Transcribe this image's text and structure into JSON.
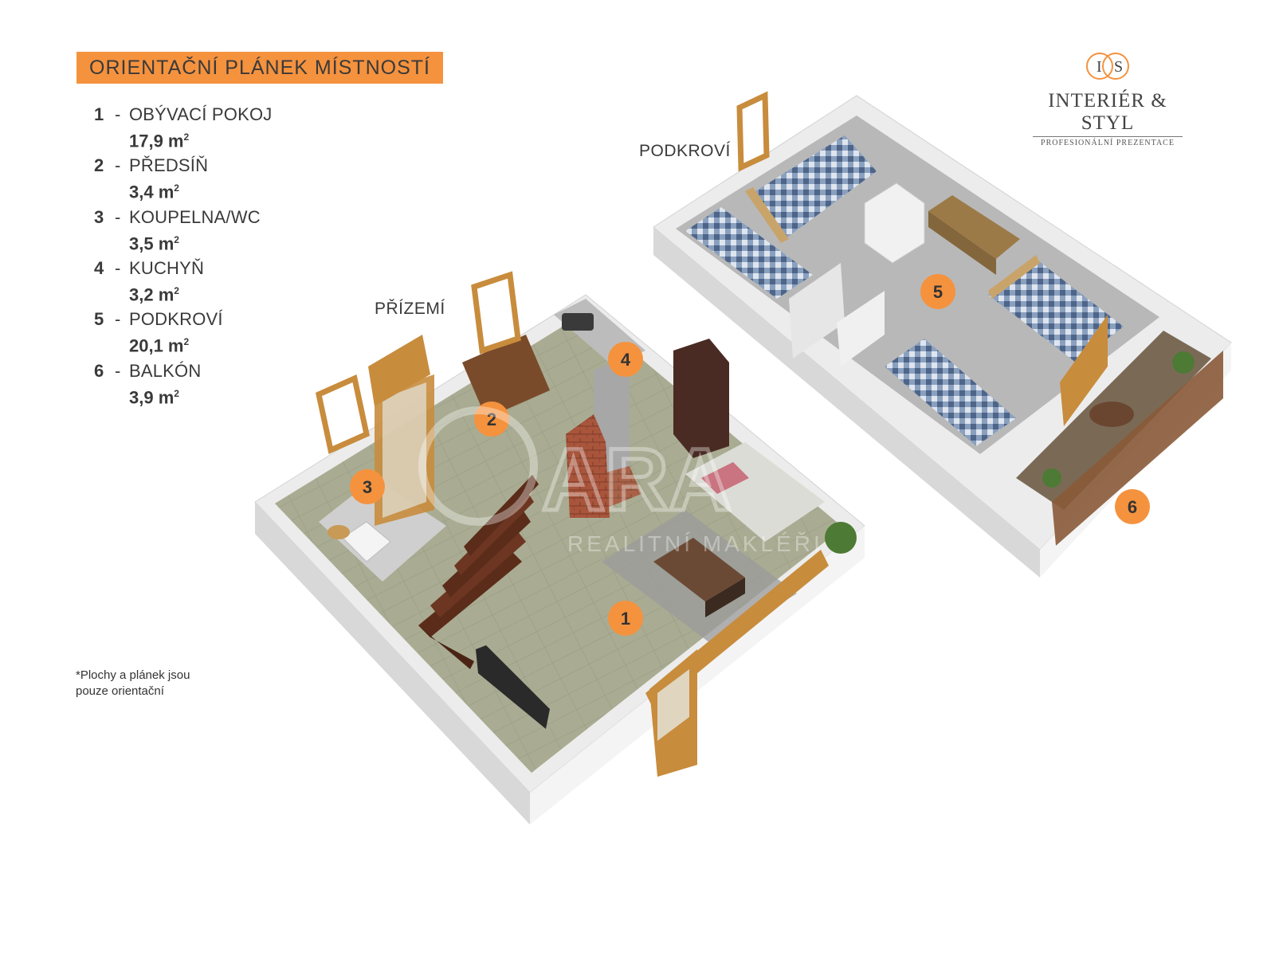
{
  "title": "ORIENTAČNÍ PLÁNEK MÍSTNOSTÍ",
  "rooms": [
    {
      "number": "1",
      "name": "OBÝVACÍ POKOJ",
      "area": "17,9 m",
      "unit_sup": "2"
    },
    {
      "number": "2",
      "name": "PŘEDSÍŇ",
      "area": "3,4 m",
      "unit_sup": "2"
    },
    {
      "number": "3",
      "name": "KOUPELNA/WC",
      "area": "3,5 m",
      "unit_sup": "2"
    },
    {
      "number": "4",
      "name": "KUCHYŇ",
      "area": "3,2 m",
      "unit_sup": "2"
    },
    {
      "number": "5",
      "name": "PODKROVÍ",
      "area": "20,1 m",
      "unit_sup": "2"
    },
    {
      "number": "6",
      "name": "BALKÓN",
      "area": "3,9 m",
      "unit_sup": "2"
    }
  ],
  "note_line1": "*Plochy  a plánek jsou",
  "note_line2": "pouze orientační",
  "floors": {
    "ground": "PŘÍZEMÍ",
    "attic": "PODKROVÍ"
  },
  "logo": {
    "monogram_left": "I",
    "monogram_right": "S",
    "name": "INTERIÉR & STYL",
    "subtitle": "PROFESIONÁLNÍ PREZENTACE"
  },
  "watermark": {
    "brand": "ARA",
    "subtitle": "REALITNÍ MAKLÉŘI"
  },
  "markers": [
    "1",
    "2",
    "3",
    "4",
    "5",
    "6"
  ],
  "colors": {
    "accent": "#f5923e",
    "wall": "#e9e9e9",
    "floor_ground": "#a8ab8f",
    "floor_attic": "#b5b5b5",
    "wood": "#b8853f",
    "bedding": "#5d7290"
  }
}
